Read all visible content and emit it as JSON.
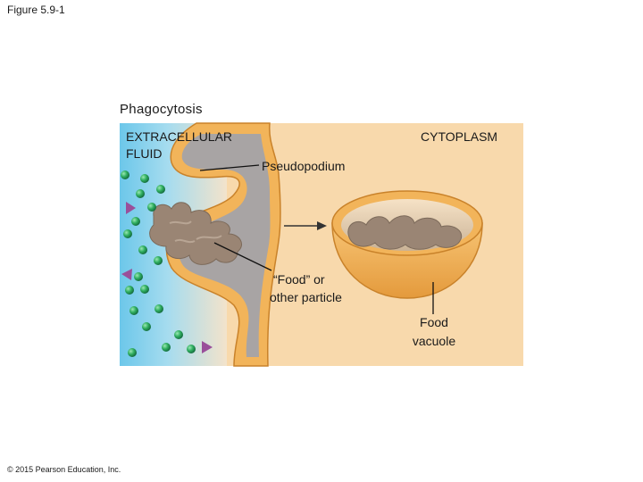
{
  "figure_label": "Figure 5.9-1",
  "title": "Phagocytosis",
  "labels": {
    "extracellular_line1": "EXTRACELLULAR",
    "extracellular_line2": "FLUID",
    "cytoplasm": "CYTOPLASM",
    "pseudopodium": "Pseudopodium",
    "food_line1": "“Food” or",
    "food_line2": "other particle",
    "vacuole_line1": "Food",
    "vacuole_line2": "vacuole"
  },
  "copyright": "© 2015 Pearson Education, Inc.",
  "colors": {
    "cytoplasm": "#f8d9ac",
    "extracellular": "#7fd0ec",
    "membrane": "#f2b45a",
    "membrane_edge": "#c9822a",
    "particle": "#9a8574",
    "molecule": "#2faa5e",
    "triangle": "#9a4f9a"
  }
}
